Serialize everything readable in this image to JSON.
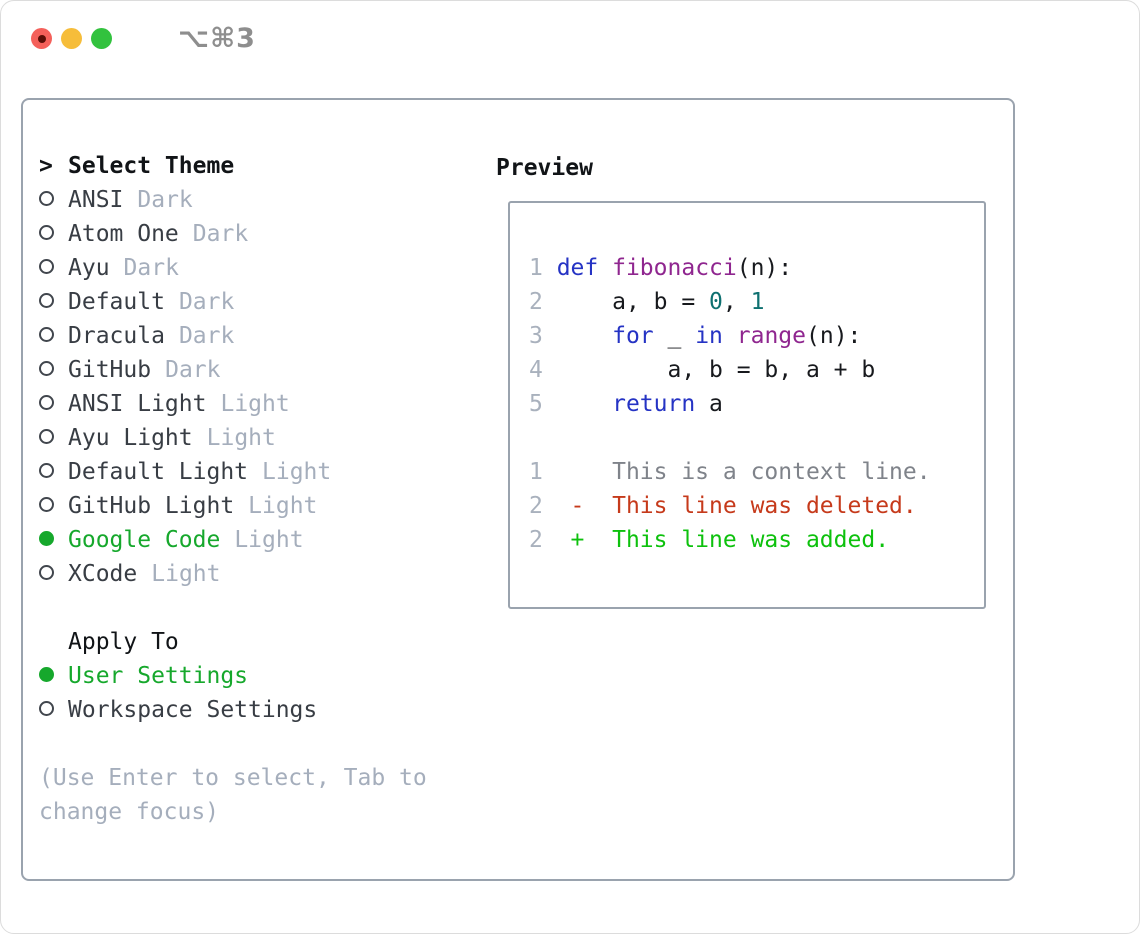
{
  "titlebar": {
    "title": "⌥⌘3",
    "buttons": [
      {
        "name": "close",
        "color": "#f4605a",
        "has_dot": true
      },
      {
        "name": "minimize",
        "color": "#f6bd3a",
        "has_dot": false
      },
      {
        "name": "zoom",
        "color": "#32c23e",
        "has_dot": false
      }
    ]
  },
  "theme_panel": {
    "cursor": ">",
    "header": "Select Theme",
    "themes": [
      {
        "name": "ANSI",
        "variant": "Dark",
        "selected": false
      },
      {
        "name": "Atom One",
        "variant": "Dark",
        "selected": false
      },
      {
        "name": "Ayu",
        "variant": "Dark",
        "selected": false
      },
      {
        "name": "Default",
        "variant": "Dark",
        "selected": false
      },
      {
        "name": "Dracula",
        "variant": "Dark",
        "selected": false
      },
      {
        "name": "GitHub",
        "variant": "Dark",
        "selected": false
      },
      {
        "name": "ANSI Light",
        "variant": "Light",
        "selected": false
      },
      {
        "name": "Ayu Light",
        "variant": "Light",
        "selected": false
      },
      {
        "name": "Default Light",
        "variant": "Light",
        "selected": false
      },
      {
        "name": "GitHub Light",
        "variant": "Light",
        "selected": false
      },
      {
        "name": "Google Code",
        "variant": "Light",
        "selected": true
      },
      {
        "name": "XCode",
        "variant": "Light",
        "selected": false
      }
    ],
    "apply_to": {
      "header": "Apply To",
      "options": [
        {
          "label": "User Settings",
          "selected": true
        },
        {
          "label": "Workspace Settings",
          "selected": false
        }
      ]
    },
    "hint_lines": [
      "(Use Enter to select, Tab to",
      "change focus)"
    ]
  },
  "preview": {
    "header": "Preview",
    "lines": [
      {
        "ln": "1",
        "segments": [
          {
            "t": "def",
            "c": "kw"
          },
          {
            "t": " ",
            "c": "pl"
          },
          {
            "t": "fibonacci",
            "c": "fn"
          },
          {
            "t": "(n):",
            "c": "pl"
          }
        ]
      },
      {
        "ln": "2",
        "segments": [
          {
            "t": "    a, b = ",
            "c": "pl"
          },
          {
            "t": "0",
            "c": "num"
          },
          {
            "t": ", ",
            "c": "pl"
          },
          {
            "t": "1",
            "c": "num"
          }
        ]
      },
      {
        "ln": "3",
        "segments": [
          {
            "t": "    ",
            "c": "pl"
          },
          {
            "t": "for",
            "c": "kw"
          },
          {
            "t": " _ ",
            "c": "pl"
          },
          {
            "t": "in",
            "c": "kw"
          },
          {
            "t": " ",
            "c": "pl"
          },
          {
            "t": "range",
            "c": "fn"
          },
          {
            "t": "(n):",
            "c": "pl"
          }
        ]
      },
      {
        "ln": "4",
        "segments": [
          {
            "t": "        a, b = b, a + b",
            "c": "pl"
          }
        ]
      },
      {
        "ln": "5",
        "segments": [
          {
            "t": "    ",
            "c": "pl"
          },
          {
            "t": "return",
            "c": "kw"
          },
          {
            "t": " a",
            "c": "pl"
          }
        ]
      },
      {
        "ln": "",
        "segments": []
      },
      {
        "ln": "1",
        "segments": [
          {
            "t": "    This is a context line.",
            "c": "ctx"
          }
        ]
      },
      {
        "ln": "2",
        "segments": [
          {
            "t": " -  This line was deleted.",
            "c": "del"
          }
        ]
      },
      {
        "ln": "2",
        "segments": [
          {
            "t": " +  This line was added.",
            "c": "add"
          }
        ]
      }
    ]
  },
  "colors": {
    "accent_green": "#16a82c",
    "muted": "#a5aebc",
    "border": "#9aa3ae",
    "header_text": "#111417",
    "name_text": "#383d44",
    "title_text": "#8e8e8e",
    "close_dot": "#5a0e07",
    "keyword": "#2533c4",
    "function": "#8f268f",
    "number": "#0e7070",
    "plain": "#17191d",
    "line_number": "#a9b1bd",
    "context": "#7f838a",
    "deleted": "#c63a1b",
    "added": "#0dc10d"
  }
}
